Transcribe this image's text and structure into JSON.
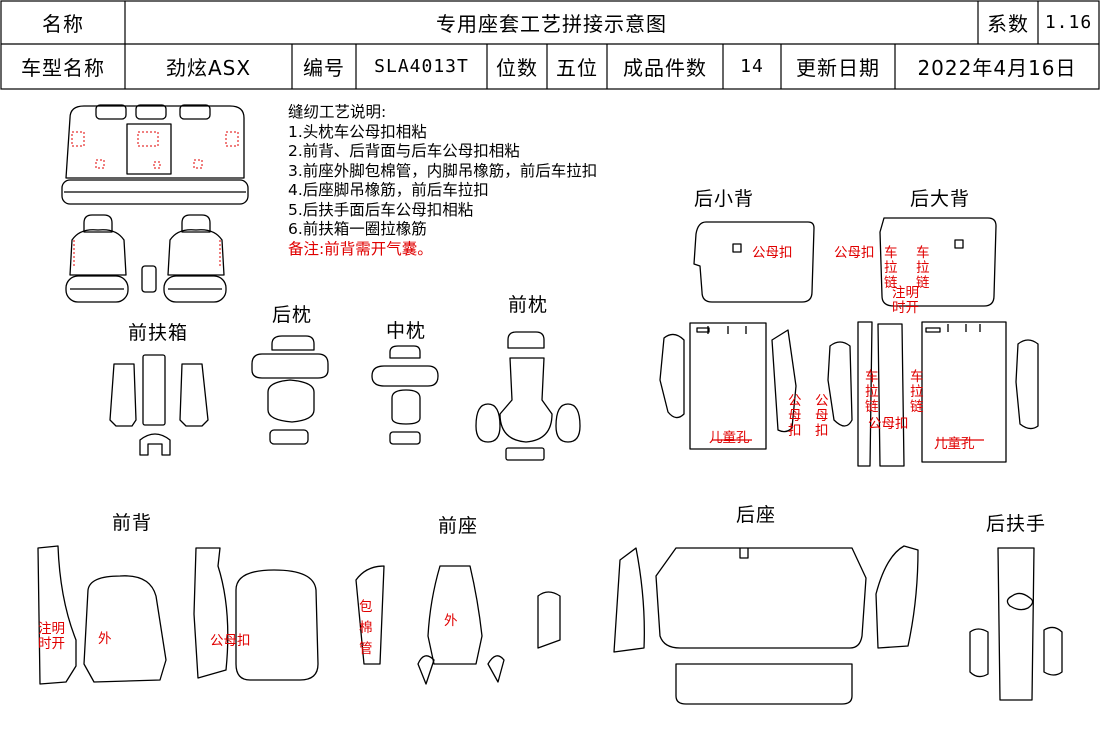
{
  "header": {
    "name_label": "名称",
    "title": "专用座套工艺拼接示意图",
    "coef_label": "系数",
    "coef_value": "1.16",
    "model_label": "车型名称",
    "model_value": "劲炫ASX",
    "code_label": "编号",
    "code_value": "SLA4013T",
    "seats_label": "位数",
    "seats_value": "五位",
    "pieces_label": "成品件数",
    "pieces_value": "14",
    "date_label": "更新日期",
    "date_value": "2022年4月16日"
  },
  "notes": {
    "title": "缝纫工艺说明:",
    "items": [
      "1.头枕车公母扣相粘",
      "2.前背、后背面与后车公母扣相粘",
      "3.前座外脚包棉管，内脚吊橡筋，前后车拉扣",
      "4.后座脚吊橡筋，前后车拉扣",
      "5.后扶手面后车公母扣相粘",
      "6.前扶箱一圈拉橡筋"
    ],
    "remark": "备注:前背需开气囊。"
  },
  "labels": {
    "front_armbox": "前扶箱",
    "rear_headrest": "后枕",
    "mid_headrest": "中枕",
    "front_headrest": "前枕",
    "rear_small_back": "后小背",
    "rear_big_back": "后大背",
    "front_back": "前背",
    "front_seat": "前座",
    "rear_seat": "后座",
    "rear_armrest": "后扶手"
  },
  "annotations": {
    "male_female_buckle": "公母扣",
    "pull_zipper": "车拉链",
    "note_open": "注明时开",
    "child_hole": "儿童孔",
    "outside": "外",
    "wrap_cotton": "包棉管",
    "gmk_vertical": "公母扣"
  },
  "colors": {
    "line": "#000000",
    "accent": "#e00000"
  }
}
